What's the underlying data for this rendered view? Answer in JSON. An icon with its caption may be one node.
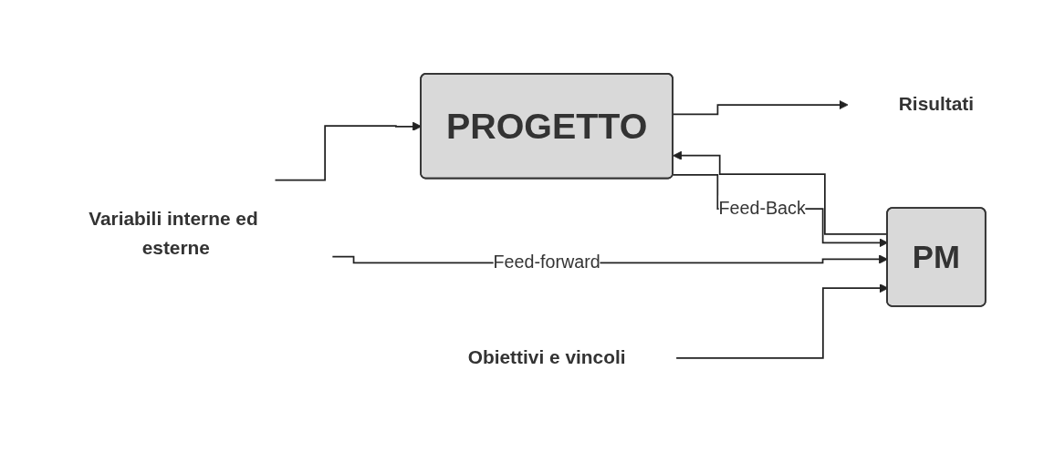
{
  "diagram": {
    "nodes": [
      {
        "text": [
          "Variabili interne ed esterne"
        ]
      },
      {
        "text": [
          "Obiettivi e vincoli"
        ]
      },
      {
        "text": [
          "PM"
        ]
      },
      {
        "text": [
          "PROGETTO"
        ]
      },
      {
        "text": [
          "Risultati"
        ]
      }
    ],
    "edges": [
      {
        "from": 1,
        "to": 2,
        "arrow": "to"
      },
      {
        "from": 2,
        "to": 3,
        "arrow": "to"
      },
      {
        "from": 3,
        "to": 4,
        "arrow": "to"
      },
      {
        "from": 0,
        "to": 3,
        "arrow": "to"
      },
      {
        "from": 0,
        "to": 2,
        "arrow": "to",
        "label": "Feed-forward"
      },
      {
        "from": 3,
        "to": 2,
        "arrow": "to",
        "label": "Feed-Back"
      }
    ]
  }
}
